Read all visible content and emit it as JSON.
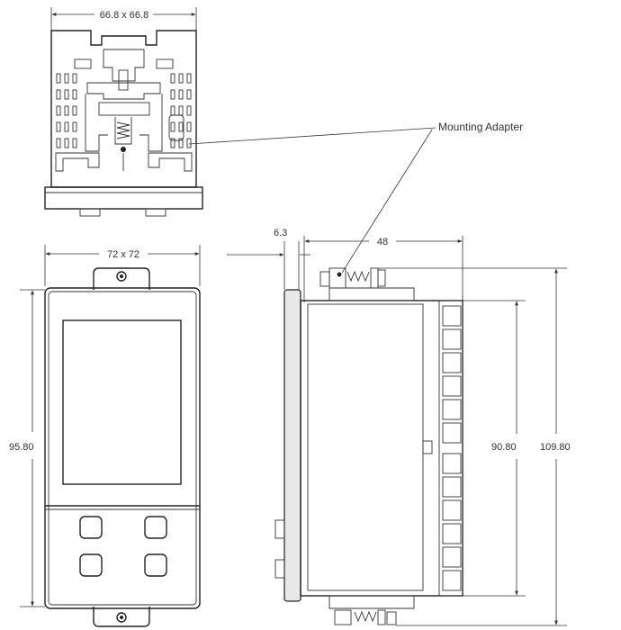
{
  "dimensions": {
    "top_width": "66.8 x 66.8",
    "front_width": "72 x 72",
    "front_height": "95.80",
    "bezel_depth": "6.3",
    "body_depth": "48",
    "body_height": "90.80",
    "total_height": "109.80"
  },
  "callout": {
    "label": "Mounting Adapter"
  }
}
